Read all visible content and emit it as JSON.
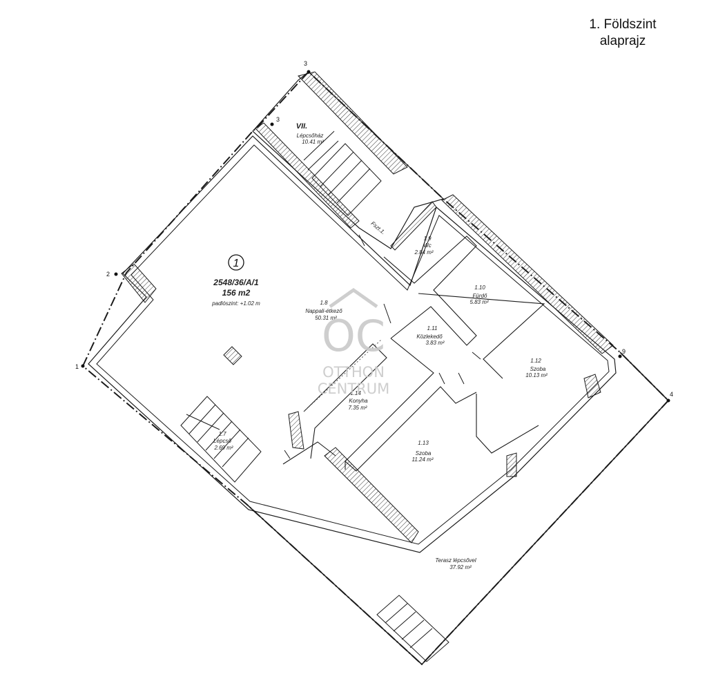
{
  "title": {
    "line1": "1. Földszint",
    "line2": "alaprajz"
  },
  "unit": {
    "number": "1",
    "id": "2548/36/A/1",
    "area": "156 m2",
    "floor_level": "padlószint: +1.02 m"
  },
  "staircase": {
    "roman": "VII.",
    "name": "Lépcsőház",
    "area": "10.41 m²"
  },
  "fszt_label": "Fszt.1.",
  "rooms": [
    {
      "id": "1.7",
      "name": "Lépcső",
      "area": "2.69 m²"
    },
    {
      "id": "1.8",
      "name": "Nappali-étkező",
      "area": "50.31 m²"
    },
    {
      "id": "1.9",
      "name": "Wc",
      "area": "2.84 m²"
    },
    {
      "id": "1.10",
      "name": "Fürdő",
      "area": "5.83 m²"
    },
    {
      "id": "1.11",
      "name": "Közlekedő",
      "area": "3.83 m²"
    },
    {
      "id": "1.12",
      "name": "Szoba",
      "area": "10.13 m²"
    },
    {
      "id": "1.13",
      "name": "Szoba",
      "area": "11.24 m²"
    },
    {
      "id": "1.14",
      "name": "Konyha",
      "area": "7.35 m²"
    }
  ],
  "terrace": {
    "name": "Terasz lépcsővel",
    "area": "37.92 m²"
  },
  "survey_points": [
    "1",
    "2",
    "3",
    "3",
    "4",
    "9"
  ],
  "watermark": {
    "mark": "OC",
    "line1": "OTTHON",
    "line2": "CENTRUM"
  },
  "colors": {
    "line": "#1a1a1a",
    "hatch": "#333333",
    "watermark": "#c9c9c9"
  }
}
